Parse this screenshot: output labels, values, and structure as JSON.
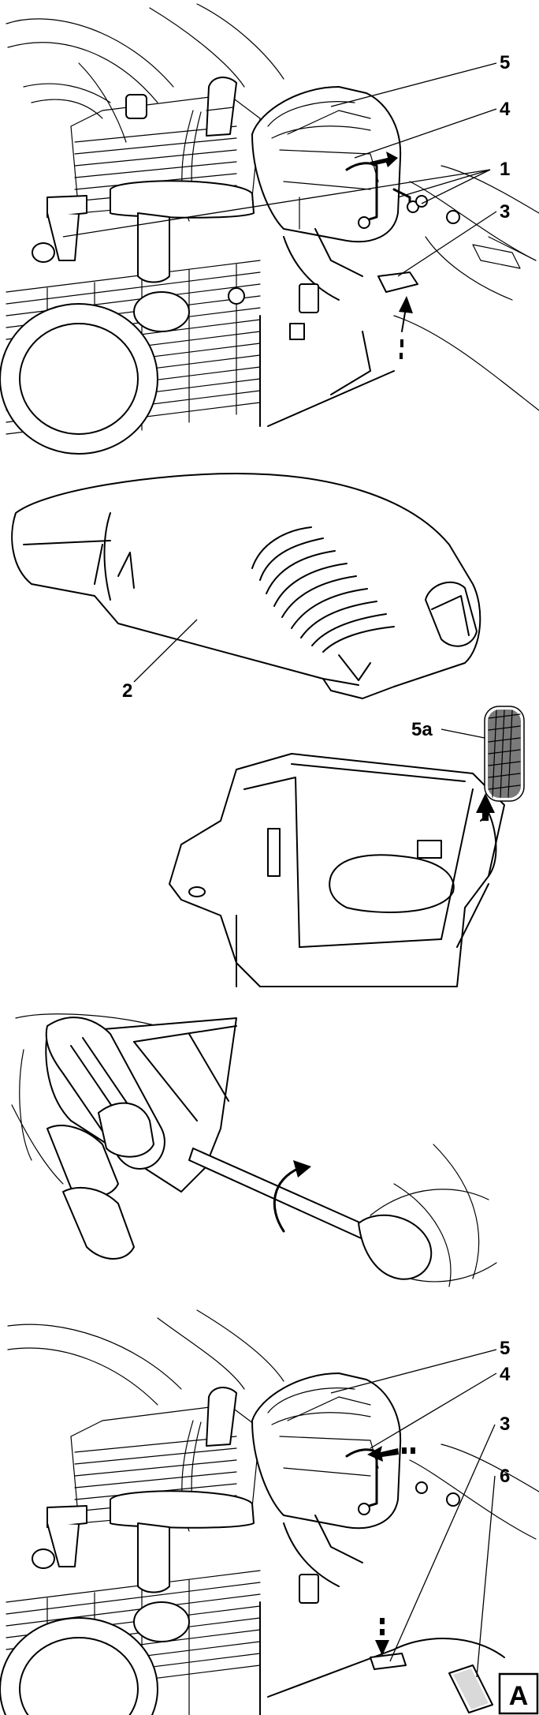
{
  "callouts": {
    "top": {
      "label_5": "5",
      "label_4": "4",
      "label_1": "1",
      "label_3": "3",
      "label_2": "2"
    },
    "filter": {
      "label_5a": "5a"
    },
    "bottom": {
      "label_5": "5",
      "label_4": "4",
      "label_3": "3",
      "label_6": "6"
    }
  },
  "figure_tag": "A"
}
